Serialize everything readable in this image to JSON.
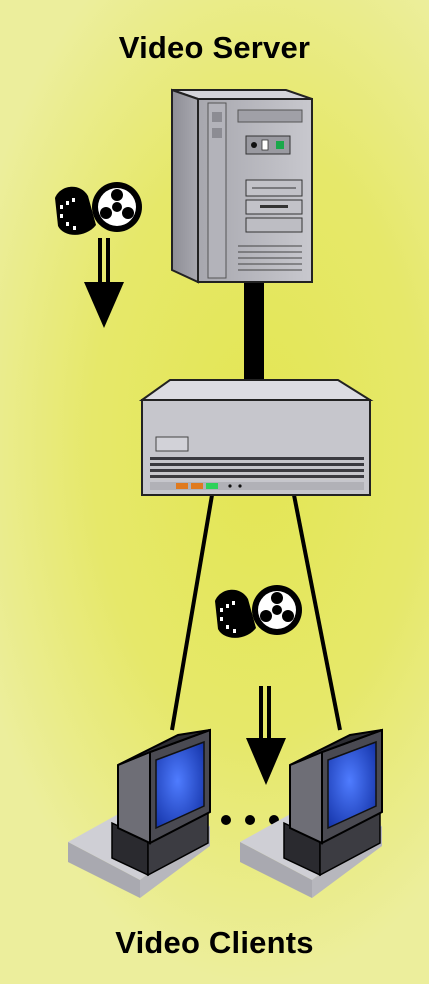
{
  "labels": {
    "server": "Video Server",
    "clients": "Video Clients"
  },
  "icons": [
    "film-reel-icon",
    "down-arrow-icon",
    "tower-server-icon",
    "network-switch-icon",
    "client-monitor-icon",
    "ellipsis-dots"
  ],
  "colors": {
    "background": "#e6e86a",
    "server_body": "#b9b9c0",
    "switch_body": "#c9c9cf",
    "screen": "#2b55d6",
    "led_orange": "#e07a1f",
    "led_green": "#2ed25a"
  }
}
